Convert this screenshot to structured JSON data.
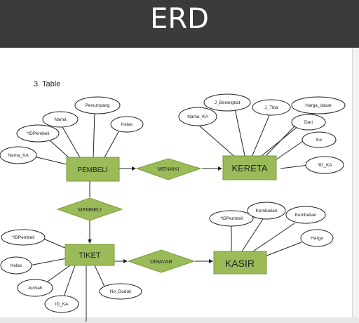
{
  "header": {
    "title": "ERD"
  },
  "section": {
    "label": "3. Table"
  },
  "colors": {
    "entity_fill": "#9bbb59",
    "entity_border": "#7a9a3c",
    "header_bg": "#3b3b3b",
    "line": "#222222"
  },
  "entities": {
    "pembeli": "PEMBELI",
    "kereta": "KERETA",
    "tiket": "TIKET",
    "kasir": "KASIR"
  },
  "relationships": {
    "menaiki": "MENAIKI",
    "membeli": "MEMBELI",
    "dibayar": "DIBAYAR"
  },
  "attributes": {
    "pembeli": {
      "idpembeli": "*IDPembeli",
      "nama": "Nama",
      "penumpang": "Penumpang",
      "kelas": "Kelas",
      "nama_ka": "Nama_KA"
    },
    "kereta": {
      "nama_ka": "Nama_KA",
      "j_berangkat": "J_Berangkat",
      "j_tiba": "J_Tiba",
      "harga_dasar": "Harga_dasar",
      "dari": "Dari",
      "ke": "Ke",
      "id_ka": "*ID_KA"
    },
    "tiket": {
      "idpembeli": "*IDPembeli",
      "kelas": "Kelas",
      "jumlah": "Jumlah",
      "id_ka": "ID_KA",
      "no_duduk": "No_Duduk"
    },
    "kasir": {
      "idpembeli": "*IDPembeli",
      "kembalian1": "Kembalian",
      "kembalian2": "Kembalian",
      "harga": "Harga"
    }
  }
}
